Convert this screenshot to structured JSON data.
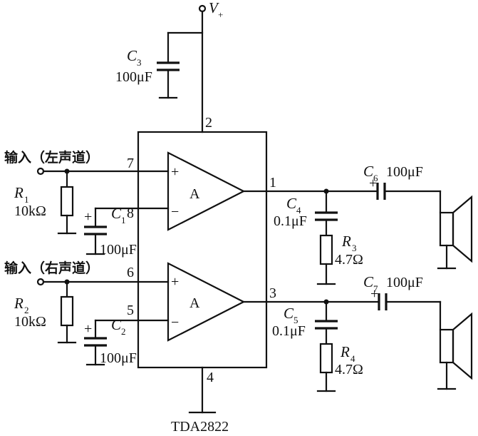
{
  "supply": {
    "symbol": "V",
    "sub": "+"
  },
  "chip": {
    "name": "TDA2822",
    "amp_label": "A"
  },
  "inputs": {
    "left": "输入（左声道）",
    "right": "输入（右声道）"
  },
  "pins": {
    "p1": "1",
    "p2": "2",
    "p3": "3",
    "p4": "4",
    "p5": "5",
    "p6": "6",
    "p7": "7",
    "p8": "8"
  },
  "signs": {
    "plus": "+",
    "minus": "−"
  },
  "components": {
    "C1": {
      "letter": "C",
      "sub": "1",
      "value": "100μF"
    },
    "C2": {
      "letter": "C",
      "sub": "2",
      "value": "100μF"
    },
    "C3": {
      "letter": "C",
      "sub": "3",
      "value": "100μF"
    },
    "C4": {
      "letter": "C",
      "sub": "4",
      "value": "0.1μF"
    },
    "C5": {
      "letter": "C",
      "sub": "5",
      "value": "0.1μF"
    },
    "C6": {
      "letter": "C",
      "sub": "6",
      "value": "100μF"
    },
    "C7": {
      "letter": "C",
      "sub": "7",
      "value": "100μF"
    },
    "R1": {
      "letter": "R",
      "sub": "1",
      "value": "10kΩ"
    },
    "R2": {
      "letter": "R",
      "sub": "2",
      "value": "10kΩ"
    },
    "R3": {
      "letter": "R",
      "sub": "3",
      "value": "4.7Ω"
    },
    "R4": {
      "letter": "R",
      "sub": "4",
      "value": "4.7Ω"
    }
  }
}
